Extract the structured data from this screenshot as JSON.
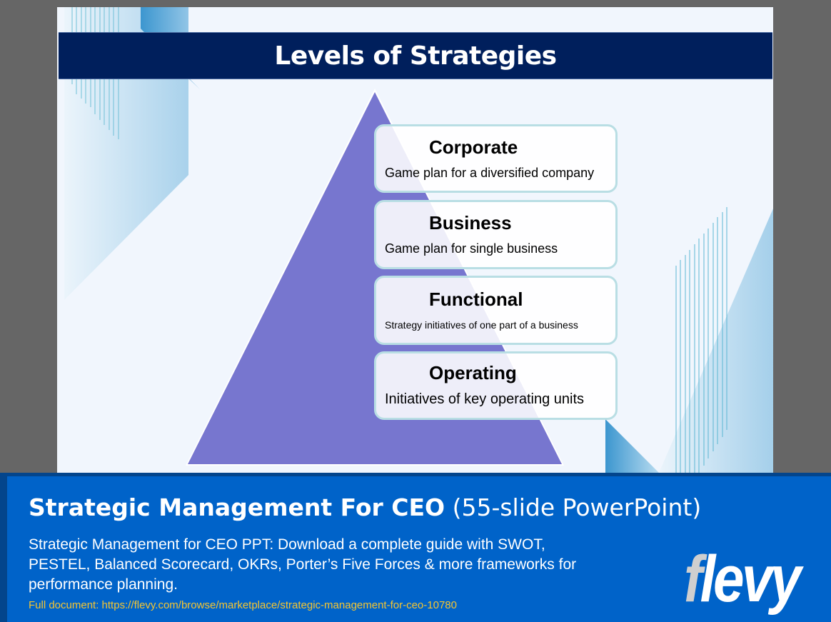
{
  "slide": {
    "title": "Levels of Strategies",
    "pyramid_color": "#7776cf",
    "levels": [
      {
        "name": "Corporate",
        "description": "Game plan for a diversified company"
      },
      {
        "name": "Business",
        "description": "Game plan for single business"
      },
      {
        "name": "Functional",
        "description": "Strategy initiatives of one part of a business"
      },
      {
        "name": "Operating",
        "description": "Initiatives of key operating units"
      }
    ]
  },
  "banner": {
    "title_bold": "Strategic Management For CEO",
    "title_light": "(55-slide PowerPoint)",
    "description": "Strategic Management for CEO PPT: Download a complete guide with SWOT, PESTEL, Balanced Scorecard, OKRs, Porter’s Five Forces & more frameworks for performance planning.",
    "link_label": "Full document: https://flevy.com/browse/marketplace/strategic-management-for-ceo-10780",
    "logo_first": "f",
    "logo_rest": "levy",
    "bg_color": "#0063c9",
    "link_color": "#f5c531"
  }
}
